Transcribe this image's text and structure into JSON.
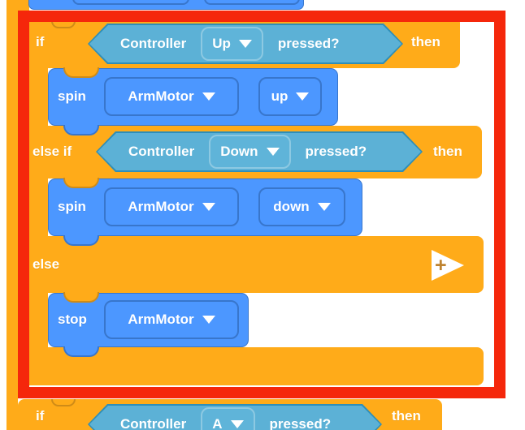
{
  "colors": {
    "block_orange": "#FFAB19",
    "orange_border": "#CF8B17",
    "block_blue": "#4C97FF",
    "blue_border": "#3876CC",
    "hexagon_teal": "#5CB1D6",
    "teal_border": "#2E8EB8",
    "highlight_red": "#F5270B",
    "arrow_plus_brown": "#BE8330"
  },
  "icons": {
    "expand_plus": "+"
  },
  "program": {
    "if_row": {
      "keyword": "if",
      "condition": {
        "device": "Controller",
        "option": "Up",
        "suffix": "pressed?"
      },
      "then": "then"
    },
    "spin_up": {
      "verb": "spin",
      "motor": "ArmMotor",
      "option": "up"
    },
    "elseif_row": {
      "keyword": "else if",
      "condition": {
        "device": "Controller",
        "option": "Down",
        "suffix": "pressed?"
      },
      "then": "then"
    },
    "spin_down": {
      "verb": "spin",
      "motor": "ArmMotor",
      "option": "down"
    },
    "else_row": {
      "keyword": "else"
    },
    "stop_row": {
      "verb": "stop",
      "motor": "ArmMotor"
    },
    "next_if": {
      "keyword": "if",
      "condition": {
        "device": "Controller",
        "option": "A",
        "suffix": "pressed?"
      },
      "then": "then"
    }
  }
}
